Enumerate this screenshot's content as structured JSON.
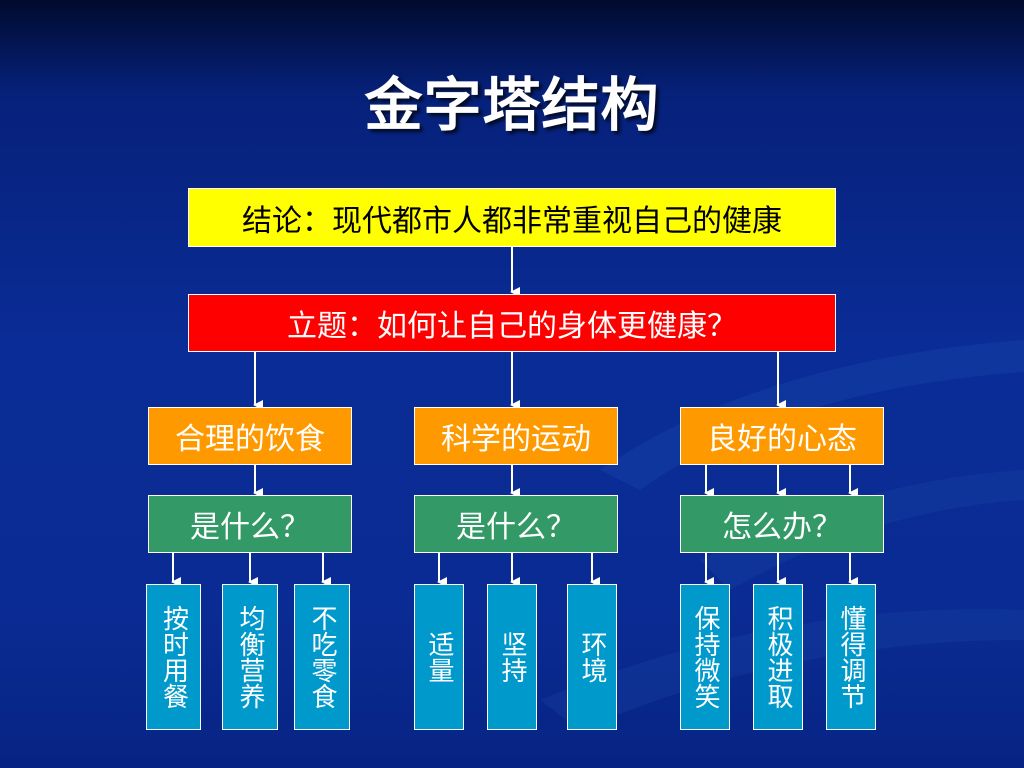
{
  "title": "金字塔结构",
  "conclusion": "结论：现代都市人都非常重视自己的健康",
  "question": "立题：如何让自己的身体更健康？",
  "branches": [
    {
      "topic": "合理的饮食",
      "sub": "是什么？",
      "leaves": [
        "按时用餐",
        "均衡营养",
        "不吃零食"
      ]
    },
    {
      "topic": "科学的运动",
      "sub": "是什么？",
      "leaves": [
        "适量",
        "坚持",
        "环境"
      ]
    },
    {
      "topic": "良好的心态",
      "sub": "怎么办？",
      "leaves": [
        "保持微笑",
        "积极进取",
        "懂得调节"
      ]
    }
  ],
  "colors": {
    "background": "#0a2c96",
    "conclusion_bg": "#ffff00",
    "question_bg": "#ff0000",
    "topic_bg": "#ff9900",
    "sub_bg": "#339966",
    "leaf_bg": "#0099cc"
  }
}
